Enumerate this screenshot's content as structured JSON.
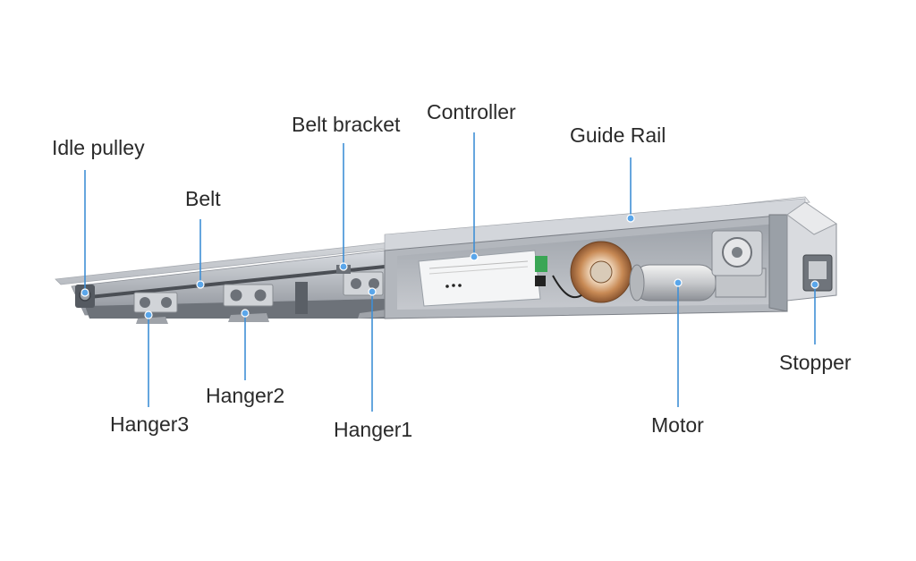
{
  "labels": {
    "idle_pulley": "Idle pulley",
    "belt": "Belt",
    "belt_bracket": "Belt bracket",
    "controller": "Controller",
    "guide_rail": "Guide Rail",
    "stopper": "Stopper",
    "motor": "Motor",
    "hanger1": "Hanger1",
    "hanger2": "Hanger2",
    "hanger3": "Hanger3"
  },
  "colors": {
    "leader_line": "#3f8fd6",
    "leader_dot": "#5aa6ea",
    "label_text": "#2a2a2a",
    "rail_metal": "#c9ccd1"
  }
}
